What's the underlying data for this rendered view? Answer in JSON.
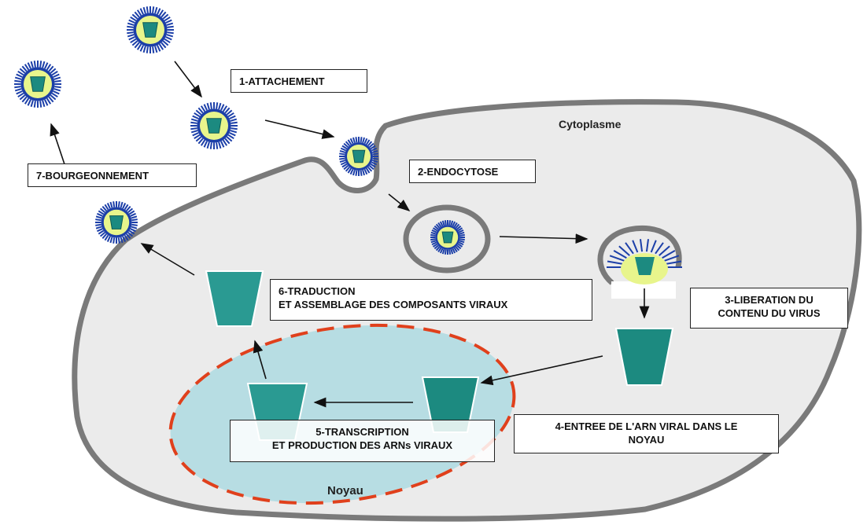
{
  "labels": {
    "cytoplasm": "Cytoplasme",
    "nucleus": "Noyau",
    "step1": "1-ATTACHEMENT",
    "step2": "2-ENDOCYTOSE",
    "step3": [
      "3-LIBERATION DU",
      "CONTENU DU VIRUS"
    ],
    "step4": [
      "4-ENTREE DE L'ARN VIRAL DANS LE",
      "NOYAU"
    ],
    "step5": [
      "5-TRANSCRIPTION",
      "ET PRODUCTION DES ARNs VIRAUX"
    ],
    "step6": [
      "6-TRADUCTION",
      "ET ASSEMBLAGE DES COMPOSANTS VIRAUX"
    ],
    "step7": "7-BOURGEONNEMENT"
  },
  "colors": {
    "cell_fill": "#ebebeb",
    "membrane": "#7a7a7a",
    "nucleus_fill": "#b7dde3",
    "nucleus_border": "#e0401c",
    "virus_envelope": "#1c3fa8",
    "virus_core": "#e8f58c",
    "capsid": "#1c8a80",
    "rna": "#2a9a92"
  }
}
